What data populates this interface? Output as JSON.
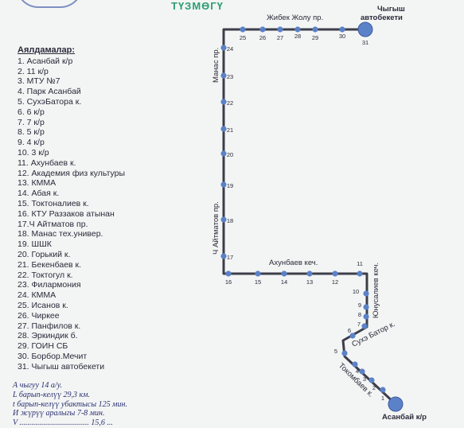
{
  "title": "ТҮЗМӨГҮ",
  "legend": {
    "heading": "Аялдамалар:",
    "stops": [
      "1. Асанбай  к/р",
      "2. 11 к/р",
      "3. МТУ №7",
      "4. Парк Асанбай",
      "5. СухэБатора к.",
      "6. 6 к/р",
      "7. 7 к/р",
      "8. 5 к/р",
      "9. 4 к/р",
      "10.  3 к/р",
      "11. Ахунбаев к.",
      "12. Академия физ культуры",
      "13. КММА",
      "14. Абая к.",
      "15. Токтоналиев к.",
      "16. КТУ Раззаков атынан",
      "17.Ч Айтматов пр.",
      "18. Манас тех.универ.",
      "19. ШШК",
      "20. Горький к.",
      "21. Бекенбаев к.",
      "22. Токтогул к.",
      "23. Филармония",
      "24. КММА",
      "25. Исанов к.",
      "26. Чиркее",
      "27. Панфилов к.",
      "28. Эркиндик б.",
      "29. ГОИН СБ",
      "30. Борбор.Мечит",
      "31. Чыгыш автобекети"
    ]
  },
  "footer": [
    "А чыгуу 14 а/у.",
    "L барып-келүү  29,3 км.",
    "t барып-келүү убактысы  125 мин.",
    "И жүрүү аралыгы  7-8     мин.",
    "V ...................................  15,6 ..."
  ],
  "map": {
    "street_labels": {
      "zhibek_zholu": "Жибек Жолу пр.",
      "manas": "Манас пр.",
      "aitmatov": "Ч Айтматов пр.",
      "akhunbaev": "Ахунбаев кеч.",
      "yunusaliev": "Юнусалиев кеч.",
      "sukhe_bator": "Сухэ Батор к.",
      "tokombaev": "Токомбаев к."
    },
    "terminal_east": [
      "Чыгыш",
      "автобекети"
    ],
    "terminal_south": "Асанбай к/р",
    "stop_numbers": [
      "1",
      "2",
      "3",
      "4",
      "5",
      "6",
      "7",
      "8",
      "9",
      "10",
      "11",
      "12",
      "13",
      "14",
      "15",
      "16",
      "17",
      "18",
      "19",
      "20",
      "21",
      "22",
      "23",
      "24",
      "25",
      "26",
      "27",
      "28",
      "29",
      "30",
      "31"
    ]
  },
  "colors": {
    "route_line": "#3d3d4a",
    "stop_fill": "#5b82c8",
    "terminal_fill": "#5b82c8",
    "title": "#2e9d74",
    "footer_text": "#2a2f72"
  }
}
